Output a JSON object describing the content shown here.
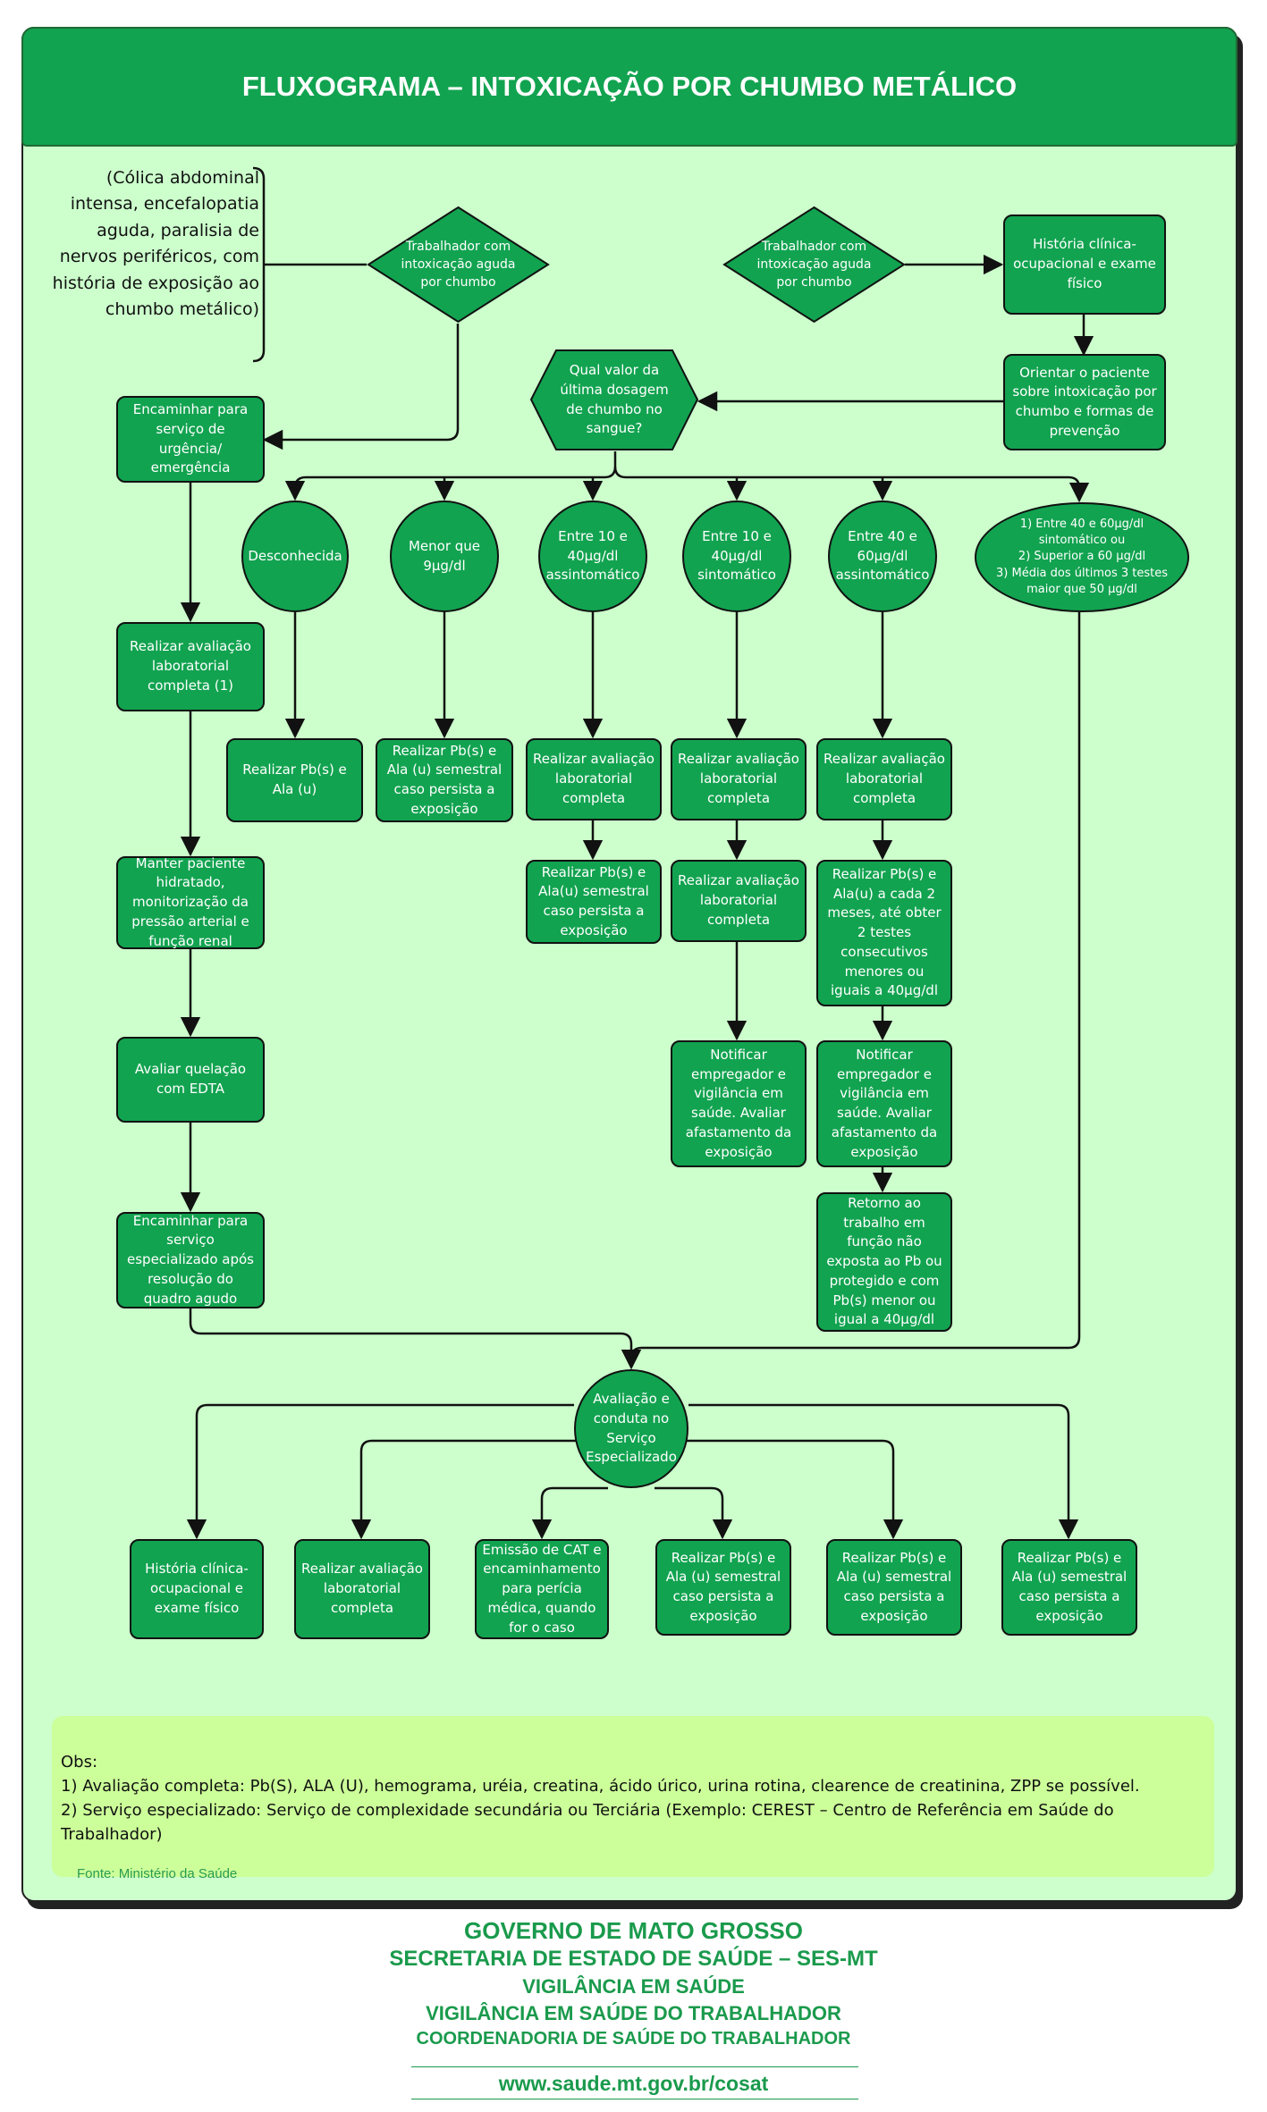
{
  "title": "FLUXOGRAMA – INTOXICAÇÃO POR CHUMBO METÁLICO",
  "colors": {
    "node_fill": "#12a350",
    "background": "#ccffcc",
    "obs_background": "#ccff99",
    "footer_text": "#1a9a4c"
  },
  "left_note": "(Cólica abdominal intensa, encefalopatia aguda, paralisia de nervos periféricos, com história de exposição ao chumbo metálico)",
  "nodes": {
    "acute_left": "Trabalhador com intoxicação aguda por chumbo",
    "acute_right": "Trabalhador com intoxicação aguda por chumbo",
    "history_top": "História clínica-ocupacional e exame físico",
    "orient": "Orientar o paciente sobre intoxicação por chumbo e formas de prevenção",
    "question": "Qual valor da última dosagem de chumbo no sangue?",
    "urgency": "Encaminhar para serviço de urgência/ emergência",
    "c_unknown": "Desconhecida",
    "c_lt9": "Menor que 9µg/dl",
    "c_10_40_asym": "Entre 10 e 40µg/dl assintomático",
    "c_10_40_sym": "Entre 10 e 40µg/dl sintomático",
    "c_40_60_asym": "Entre 40 e 60µg/dl assintomático",
    "c_multi": "1) Entre 40 e 60µg/dl sintomático ou\n2) Superior a 60 µg/dl\n3) Média dos últimos 3 testes maior que 50 µg/dl",
    "lab_left": "Realizar avaliação laboratorial completa (1)",
    "pb_ala": "Realizar Pb(s) e Ala (u)",
    "pb_semestral_1": "Realizar Pb(s) e Ala (u) semestral caso persista a exposição",
    "lab_c3": "Realizar avaliação laboratorial completa",
    "lab_c4": "Realizar avaliação laboratorial completa",
    "lab_c5": "Realizar avaliação laboratorial completa",
    "pb_semestral_2": "Realizar Pb(s) e Ala(u) semestral caso persista a exposição",
    "lab_c4b": "Realizar avaliação laboratorial completa",
    "pb_2months": "Realizar Pb(s) e Ala(u) a cada 2 meses, até obter 2 testes consecutivos menores ou iguais a 40µg/dl",
    "hydrate": "Manter paciente hidratado, monitorização da pressão arterial e função renal",
    "edta": "Avaliar quelação com EDTA",
    "notify_1": "Notificar empregador e vigilância em saúde. Avaliar afastamento da exposição",
    "notify_2": "Notificar empregador e vigilância em saúde. Avaliar afastamento da exposição",
    "specialized_after": "Encaminhar para serviço especializado após resolução do quadro agudo",
    "return_work": "Retorno ao trabalho em função não exposta ao Pb ou protegido e com Pb(s) menor ou igual a 40µg/dl",
    "eval_center": "Avaliação e conduta no Serviço Especializado",
    "b_history": "História clínica-ocupacional e exame físico",
    "b_lab": "Realizar avaliação laboratorial completa",
    "b_cat": "Emissão de CAT e encaminhamento para perícia médica, quando for o caso",
    "b_pb1": "Realizar Pb(s) e Ala (u) semestral caso persista a exposição",
    "b_pb2": "Realizar Pb(s) e Ala (u) semestral caso persista a exposição",
    "b_pb3": "Realizar Pb(s) e Ala (u) semestral caso persista a exposição"
  },
  "obs": {
    "heading": "Obs:",
    "line1": "1) Avaliação completa: Pb(S), ALA (U), hemograma, uréia, creatina, ácido úrico, urina rotina, clearence de creatinina, ZPP se possível.",
    "line2": "2) Serviço especializado: Serviço de complexidade secundária ou Terciária (Exemplo: CEREST – Centro de Referência em Saúde do Trabalhador)"
  },
  "source": "Fonte: Ministério da Saúde",
  "footer": {
    "line1": "GOVERNO DE MATO GROSSO",
    "line2": "SECRETARIA DE ESTADO DE SAÚDE – SES-MT",
    "line3": "VIGILÂNCIA EM SAÚDE",
    "line4": "VIGILÂNCIA EM SAÚDE DO TRABALHADOR",
    "line5": "COORDENADORIA DE SAÚDE DO TRABALHADOR",
    "url": "www.saude.mt.gov.br/cosat"
  }
}
